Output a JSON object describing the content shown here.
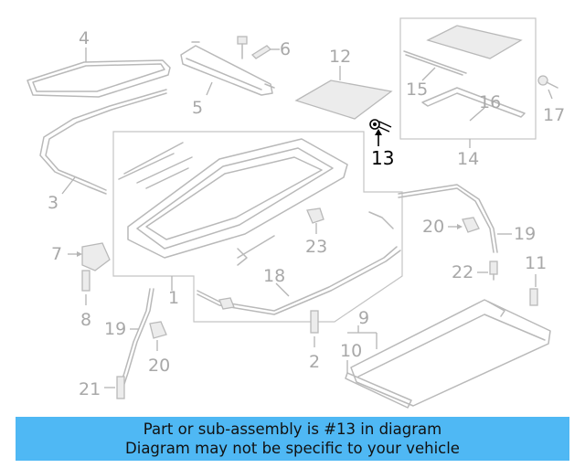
{
  "highlighted_part": "13",
  "labels": {
    "l1": "1",
    "l2": "2",
    "l3": "3",
    "l4": "4",
    "l5": "5",
    "l6": "6",
    "l7": "7",
    "l8": "8",
    "l9": "9",
    "l10": "10",
    "l11": "11",
    "l12": "12",
    "l13": "13",
    "l14": "14",
    "l15": "15",
    "l16": "16",
    "l17": "17",
    "l18": "18",
    "l19a": "19",
    "l19b": "19",
    "l20a": "20",
    "l20b": "20",
    "l21": "21",
    "l22": "22",
    "l23": "23"
  },
  "banner": {
    "line1": "Part or sub-assembly is #13 in diagram",
    "line2": "Diagram may not be specific to your vehicle"
  },
  "colors": {
    "banner_bg": "#4fb8f4",
    "highlight": "#000000",
    "parts": "#b9b9b9"
  }
}
